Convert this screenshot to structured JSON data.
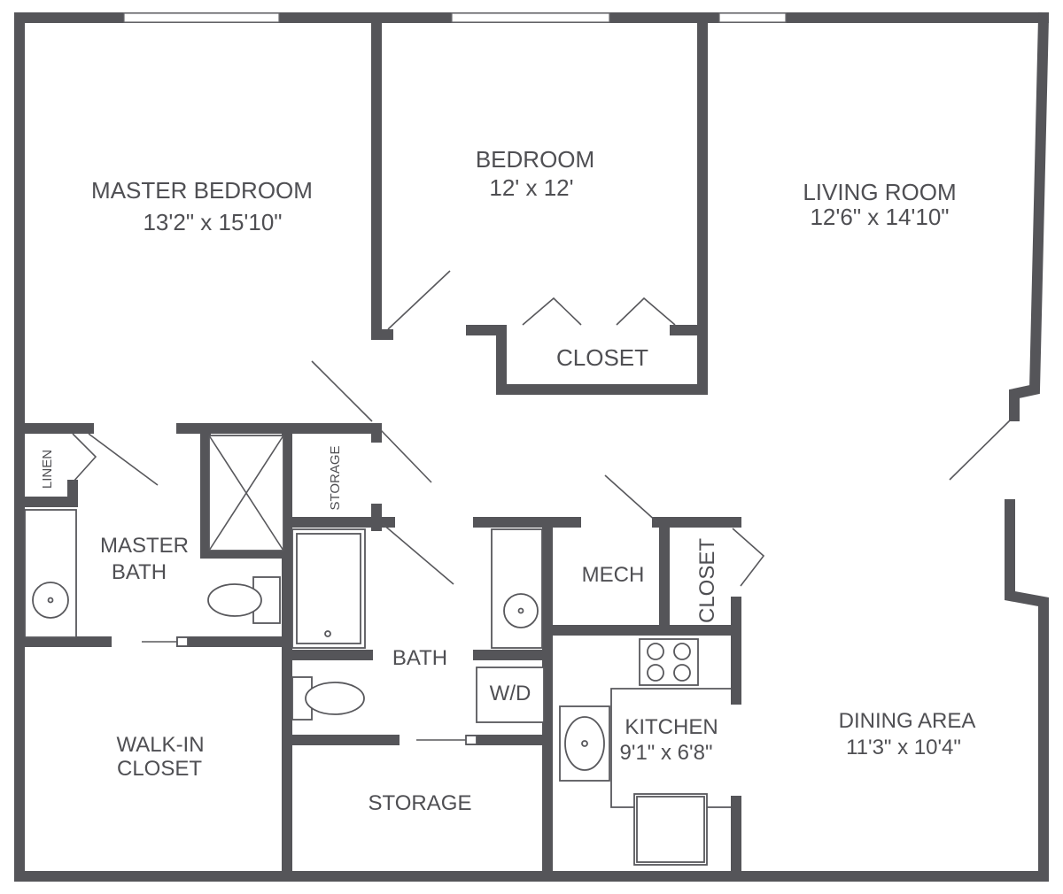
{
  "rooms": {
    "master_bedroom": {
      "name": "MASTER BEDROOM",
      "size": "13'2\" x 15'10\""
    },
    "bedroom": {
      "name": "BEDROOM",
      "size": "12' x 12'"
    },
    "living_room": {
      "name": "LIVING ROOM",
      "size": "12'6\" x 14'10\""
    },
    "bedroom_closet": {
      "name": "CLOSET"
    },
    "linen": {
      "name": "LINEN"
    },
    "storage_small": {
      "name": "STORAGE"
    },
    "master_bath": {
      "line1": "MASTER",
      "line2": "BATH"
    },
    "mech": {
      "name": "MECH"
    },
    "hall_closet": {
      "name": "CLOSET"
    },
    "bath": {
      "name": "BATH"
    },
    "wd": {
      "name": "W/D"
    },
    "walk_in_closet": {
      "line1": "WALK-IN",
      "line2": "CLOSET"
    },
    "kitchen": {
      "name": "KITCHEN",
      "size": "9'1\" x 6'8\""
    },
    "dining_area": {
      "name": "DINING AREA",
      "size": "11'3\" x 10'4\""
    },
    "storage_large": {
      "name": "STORAGE"
    }
  },
  "colors": {
    "wall": "#555559",
    "text": "#4f4f53",
    "background": "#ffffff"
  }
}
